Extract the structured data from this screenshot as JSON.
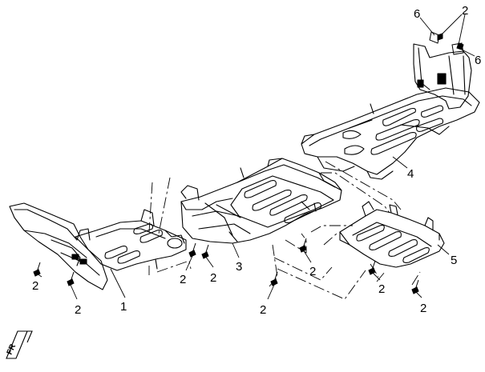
{
  "callouts": {
    "c1": "1",
    "c2a": "2",
    "c2b": "2",
    "c2c": "2",
    "c2d": "2",
    "c2e": "2",
    "c2f": "2",
    "c2g": "2",
    "c2h": "2",
    "c2i": "2",
    "c3": "3",
    "c4": "4",
    "c5": "5",
    "c6a": "6",
    "c6b": "6"
  },
  "front_badge": "FR",
  "colors": {
    "line": "#000000",
    "background": "#ffffff"
  }
}
